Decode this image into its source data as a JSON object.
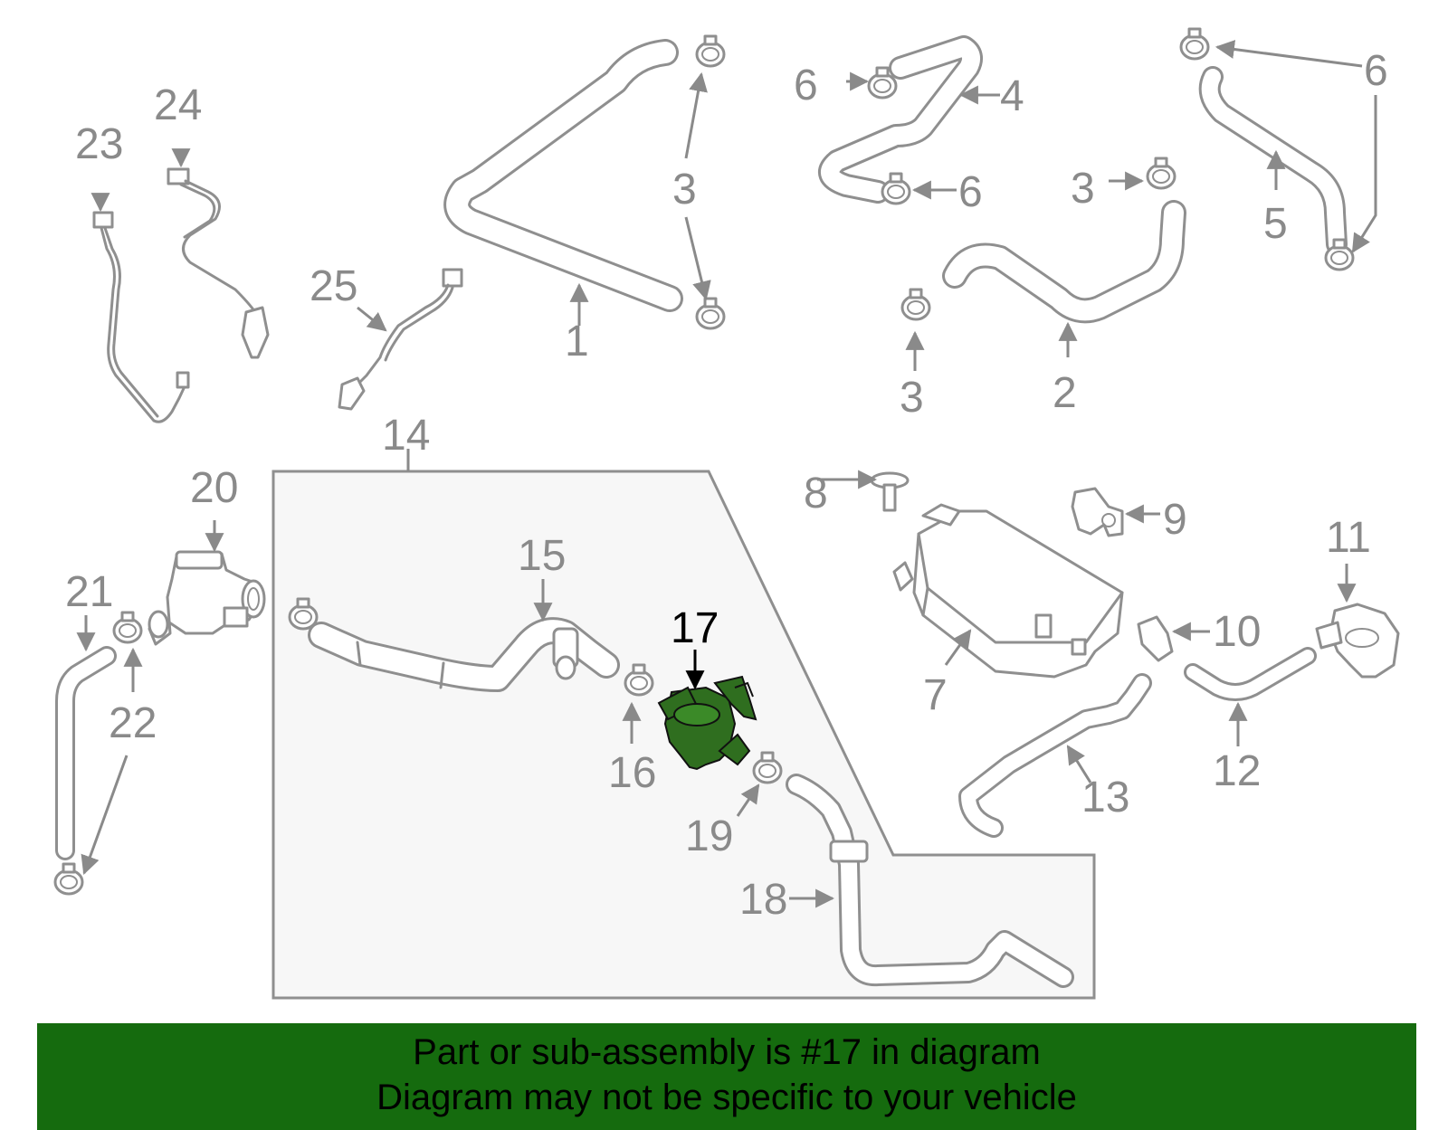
{
  "labels": {
    "l1": "1",
    "l2": "2",
    "l3a": "3",
    "l3b": "3",
    "l3c": "3",
    "l4": "4",
    "l5": "5",
    "l6a": "6",
    "l6b": "6",
    "l6c": "6",
    "l7": "7",
    "l8": "8",
    "l9": "9",
    "l10": "10",
    "l11": "11",
    "l12": "12",
    "l13": "13",
    "l14": "14",
    "l15": "15",
    "l16": "16",
    "l17": "17",
    "l18": "18",
    "l19": "19",
    "l20": "20",
    "l21": "21",
    "l22": "22",
    "l23": "23",
    "l24": "24",
    "l25": "25"
  },
  "highlight": {
    "part_number": "17",
    "color": "#156b0e"
  },
  "banner": {
    "line1": "Part or sub-assembly is #17 in diagram",
    "line2": "Diagram may not be specific to your vehicle",
    "background": "#156b0e"
  },
  "colors": {
    "parts": "#8f8f8f",
    "inset_fill": "#f7f7f7",
    "highlight_part": "#2f6e1f"
  }
}
